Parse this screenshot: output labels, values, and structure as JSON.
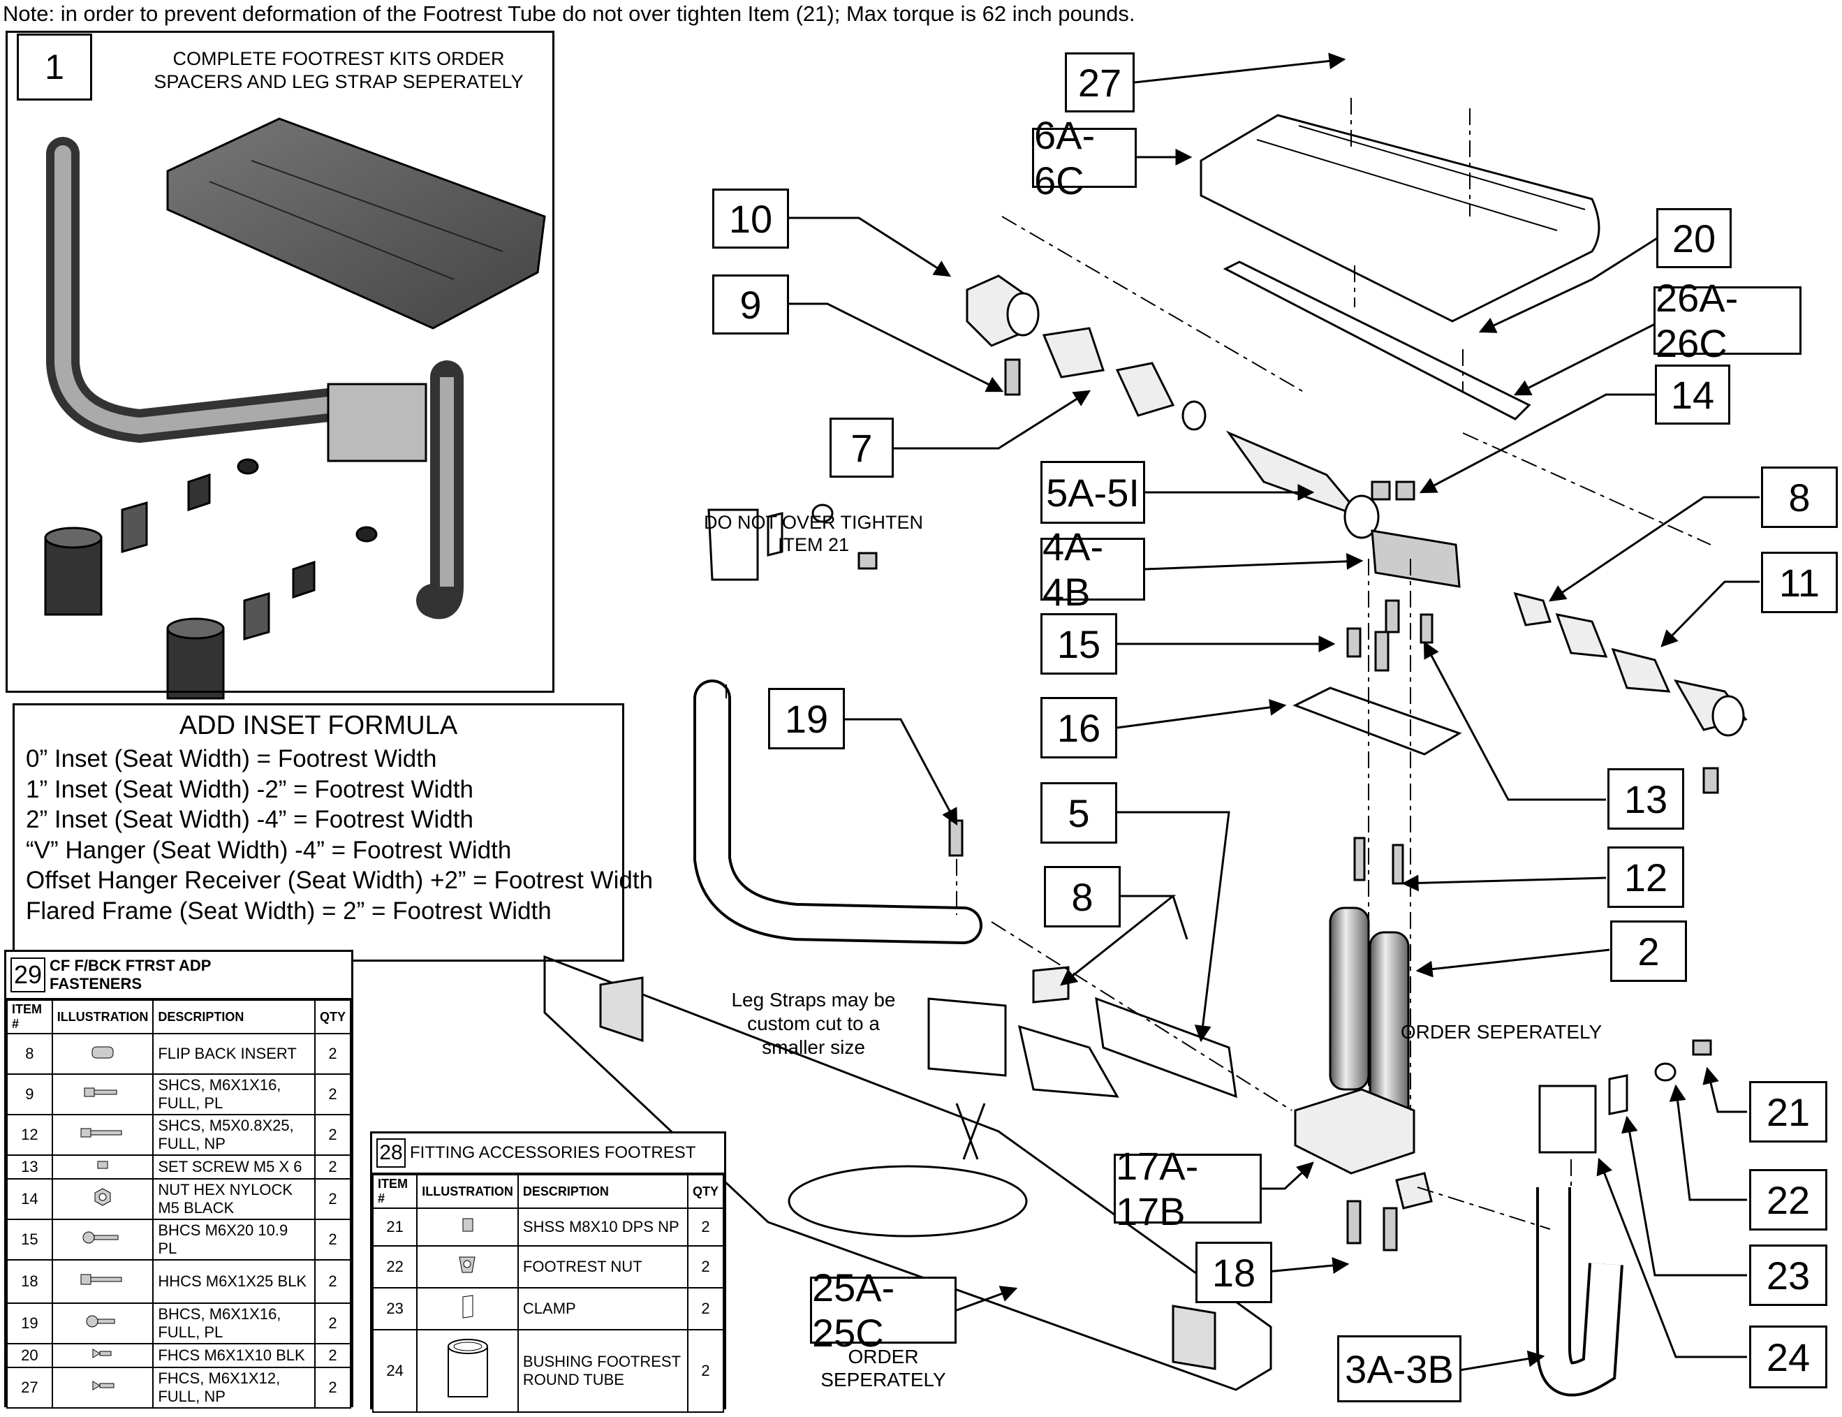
{
  "note": "Note: in order to prevent deformation of the Footrest Tube do not over tighten Item (21); Max torque is 62 inch pounds.",
  "kit": {
    "number": "1",
    "caption_line1": "COMPLETE FOOTREST KITS ORDER",
    "caption_line2": "SPACERS  AND LEG STRAP SEPERATELY"
  },
  "formula": {
    "title": "ADD INSET FORMULA",
    "lines": [
      "0” Inset (Seat Width) = Footrest Width",
      "1” Inset (Seat Width) -2” = Footrest Width",
      "2” Inset (Seat Width) -4” = Footrest Width",
      "“V” Hanger (Seat Width) -4” = Footrest Width",
      "Offset Hanger Receiver (Seat Width) +2” = Footrest Width",
      "Flared Frame (Seat Width) = 2” = Footrest Width"
    ]
  },
  "callouts": {
    "c27": "27",
    "c6": "6A-6C",
    "c10": "10",
    "c9": "9",
    "c20": "20",
    "c26": "26A-26C",
    "c14": "14",
    "c7": "7",
    "c5a": "5A-5I",
    "c4": "4A-4B",
    "c8a": "8",
    "c11": "11",
    "c15": "15",
    "c16": "16",
    "c13": "13",
    "c19": "19",
    "c12": "12",
    "c5": "5",
    "c8b": "8",
    "c2": "2",
    "c17": "17A-17B",
    "c18": "18",
    "c25": "25A-25C",
    "c21": "21",
    "c22": "22",
    "c23": "23",
    "c24": "24",
    "c3": "3A-3B"
  },
  "labels": {
    "do_not_overtighten_1": "DO NOT OVER TIGHTEN",
    "do_not_overtighten_2": "ITEM 21",
    "leg_straps_1": "Leg Straps may be",
    "leg_straps_2": "custom cut to a",
    "leg_straps_3": "smaller size",
    "order_sep_tube": "ORDER SEPERATELY",
    "order_sep_strap_1": "ORDER",
    "order_sep_strap_2": "SEPERATELY"
  },
  "table29": {
    "number": "29",
    "title_line1": "CF F/BCK FTRST ADP",
    "title_line2": "FASTENERS",
    "headers": [
      "ITEM #",
      "ILLUSTRATION",
      "DESCRIPTION",
      "QTY"
    ],
    "rows": [
      {
        "item": "8",
        "desc": "FLIP BACK INSERT",
        "qty": "2"
      },
      {
        "item": "9",
        "desc": "SHCS, M6X1X16, FULL, PL",
        "qty": "2"
      },
      {
        "item": "12",
        "desc": "SHCS, M5X0.8X25, FULL, NP",
        "qty": "2"
      },
      {
        "item": "13",
        "desc": "SET SCREW M5 X 6",
        "qty": "2"
      },
      {
        "item": "14",
        "desc": "NUT HEX NYLOCK M5 BLACK",
        "qty": "2"
      },
      {
        "item": "15",
        "desc": "BHCS M6X20 10.9 PL",
        "qty": "2"
      },
      {
        "item": "18",
        "desc": "HHCS M6X1X25 BLK",
        "qty": "2"
      },
      {
        "item": "19",
        "desc": "BHCS, M6X1X16, FULL, PL",
        "qty": "2"
      },
      {
        "item": "20",
        "desc": "FHCS M6X1X10 BLK",
        "qty": "2"
      },
      {
        "item": "27",
        "desc": "FHCS, M6X1X12, FULL, NP",
        "qty": "2"
      }
    ]
  },
  "table28": {
    "number": "28",
    "title": "FITTING ACCESSORIES FOOTREST",
    "headers": [
      "ITEM #",
      "ILLUSTRATION",
      "DESCRIPTION",
      "QTY"
    ],
    "rows": [
      {
        "item": "21",
        "desc": "SHSS M8X10 DPS NP",
        "qty": "2"
      },
      {
        "item": "22",
        "desc": "FOOTREST NUT",
        "qty": "2"
      },
      {
        "item": "23",
        "desc": "CLAMP",
        "qty": "2"
      },
      {
        "item": "24",
        "desc": "BUSHING FOOTREST ROUND TUBE",
        "qty": "2"
      }
    ]
  }
}
